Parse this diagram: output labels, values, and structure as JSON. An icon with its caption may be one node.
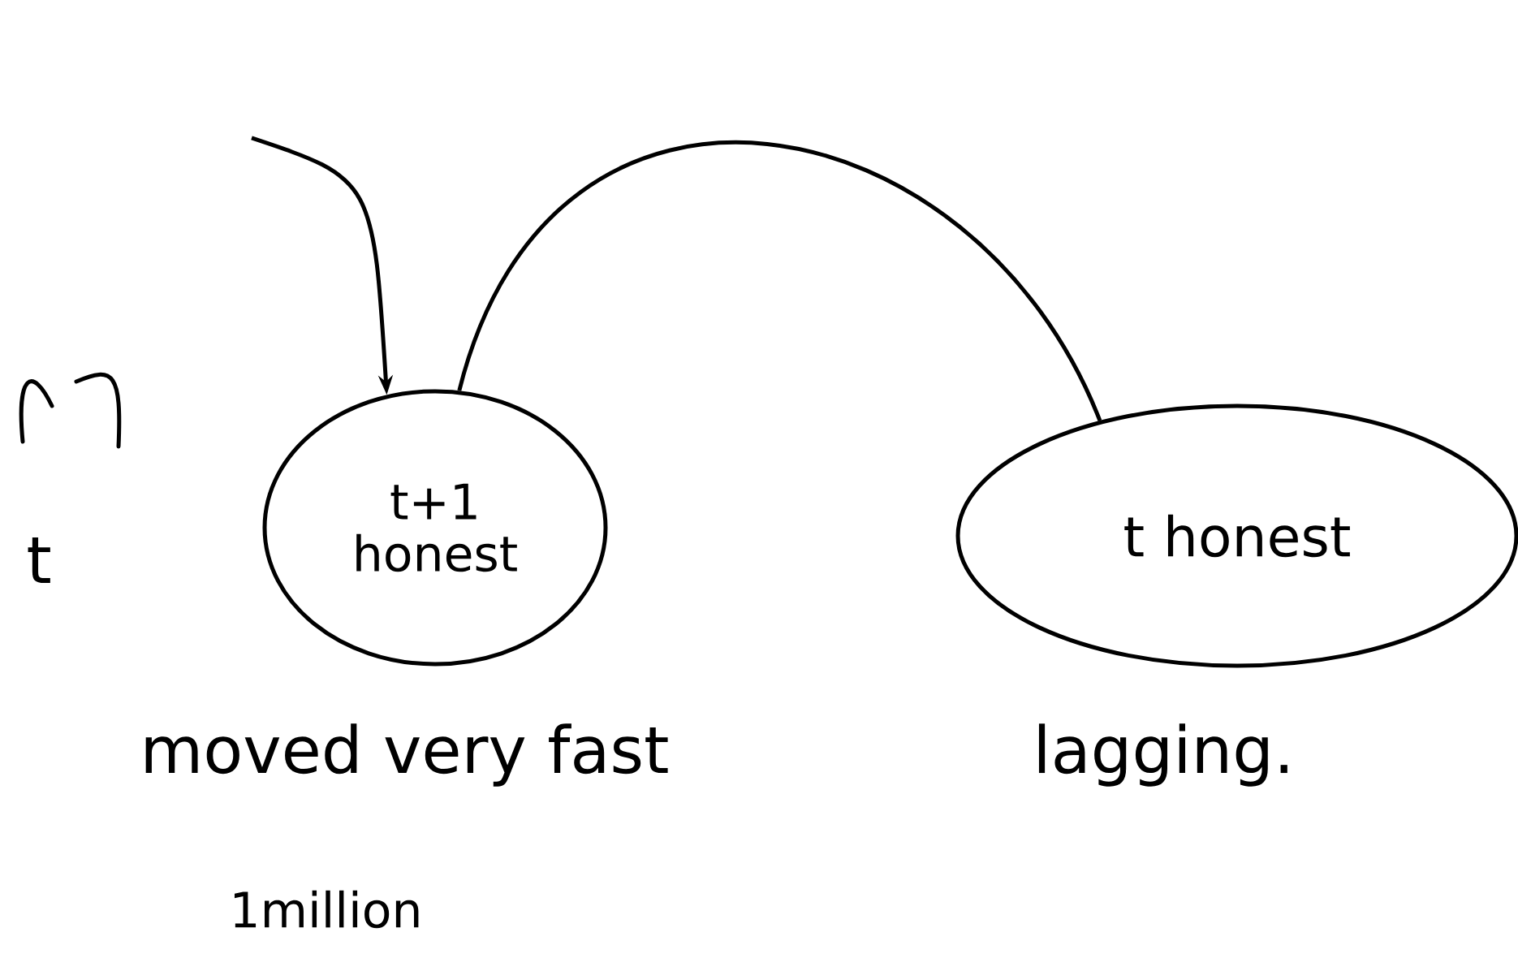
{
  "diagram": {
    "nodes": [
      {
        "text": [
          "t+1 honest"
        ]
      },
      {
        "text": [
          "t honest"
        ]
      }
    ],
    "edges": [
      {
        "from": null,
        "to": 0,
        "arrow": "to"
      },
      {
        "from": 0,
        "to": 1,
        "arrow": "none"
      }
    ],
    "labels": [
      "t",
      "moved very fast",
      "lagging.",
      "1million"
    ]
  }
}
